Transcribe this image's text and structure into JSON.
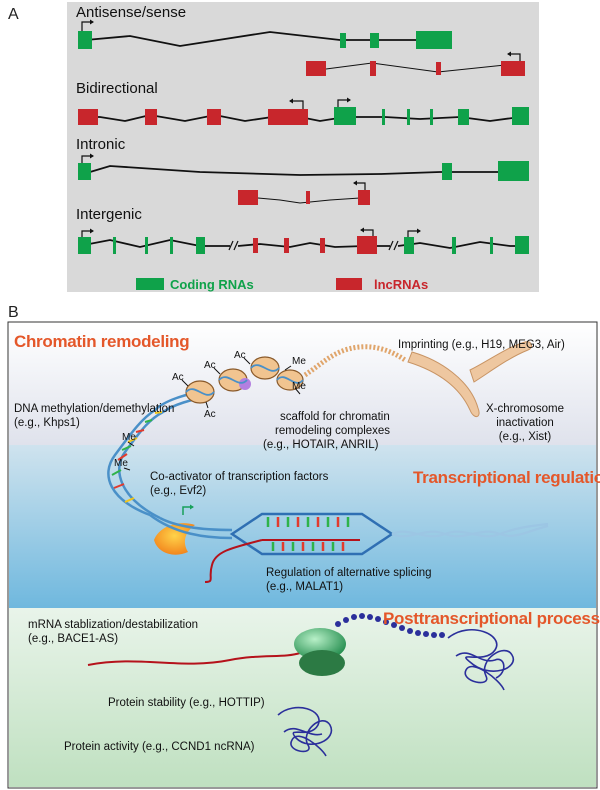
{
  "panel_a": {
    "letter": "A",
    "categories": [
      "Antisense/sense",
      "Bidirectional",
      "Intronic",
      "Intergenic"
    ],
    "legend": {
      "coding": "Coding RNAs",
      "lnc": "lncRNAs"
    },
    "colors": {
      "coding": "#0fa24a",
      "lnc": "#c8262c",
      "background": "#d9d9d9"
    }
  },
  "panel_b": {
    "letter": "B",
    "sections": {
      "chromatin": "Chromatin remodeling",
      "transcriptional": "Transcriptional regulation",
      "posttranscriptional": "Posttranscriptional processing"
    },
    "notes": {
      "imprinting": "Imprinting (e.g., H19, MEG3, Air)",
      "dna_methylation_1": "DNA methylation/demethylation",
      "dna_methylation_2": "(e.g., Khps1)",
      "scaffold_1": "scaffold for chromatin",
      "scaffold_2": "remodeling complexes",
      "scaffold_3": "(e.g., HOTAIR, ANRIL)",
      "xchrom_1": "X-chromosome",
      "xchrom_2": "inactivation",
      "xchrom_3": "(e.g., Xist)",
      "coactivator_1": "Co-activator of transcription factors",
      "coactivator_2": "(e.g., Evf2)",
      "splicing_1": "Regulation of alternative splicing",
      "splicing_2": "(e.g., MALAT1)",
      "mrna_1": "mRNA stablization/destabilization",
      "mrna_2": "(e.g., BACE1-AS)",
      "protein_stability": "Protein stability (e.g., HOTTIP)",
      "protein_activity": "Protein activity (e.g., CCND1 ncRNA)"
    },
    "marks": {
      "acetyl": "Ac",
      "methyl": "Me"
    },
    "colors": {
      "title": "#e4572a",
      "dna_blue": "#4a90c8",
      "rna_red": "#b5121b",
      "ribosome": "#2e9e5a",
      "protein": "#2b2f9b"
    }
  }
}
